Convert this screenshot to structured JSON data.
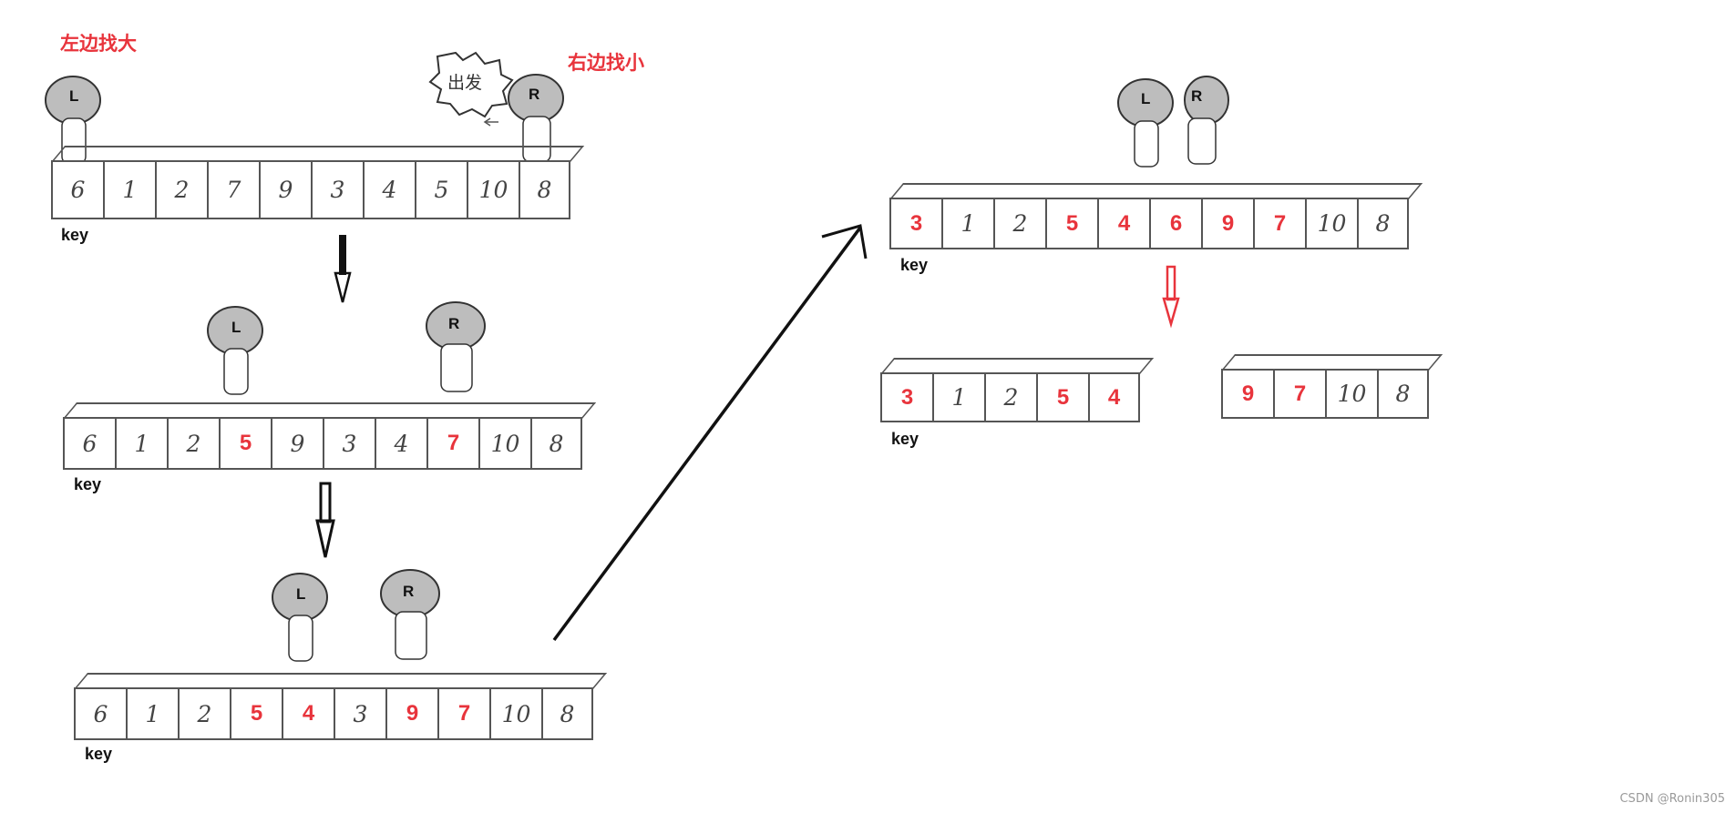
{
  "labels": {
    "left_find_big": "左边找大",
    "right_find_small": "右边找小",
    "start": "出发",
    "key": "key",
    "left_pointer": "L",
    "right_pointer": "R"
  },
  "arrays": {
    "step1": [
      {
        "v": "6",
        "red": false
      },
      {
        "v": "1",
        "red": false
      },
      {
        "v": "2",
        "red": false
      },
      {
        "v": "7",
        "red": false
      },
      {
        "v": "9",
        "red": false
      },
      {
        "v": "3",
        "red": false
      },
      {
        "v": "4",
        "red": false
      },
      {
        "v": "5",
        "red": false
      },
      {
        "v": "10",
        "red": false
      },
      {
        "v": "8",
        "red": false
      }
    ],
    "step2": [
      {
        "v": "6",
        "red": false
      },
      {
        "v": "1",
        "red": false
      },
      {
        "v": "2",
        "red": false
      },
      {
        "v": "5",
        "red": true
      },
      {
        "v": "9",
        "red": false
      },
      {
        "v": "3",
        "red": false
      },
      {
        "v": "4",
        "red": false
      },
      {
        "v": "7",
        "red": true
      },
      {
        "v": "10",
        "red": false
      },
      {
        "v": "8",
        "red": false
      }
    ],
    "step3": [
      {
        "v": "6",
        "red": false
      },
      {
        "v": "1",
        "red": false
      },
      {
        "v": "2",
        "red": false
      },
      {
        "v": "5",
        "red": true
      },
      {
        "v": "4",
        "red": true
      },
      {
        "v": "3",
        "red": false
      },
      {
        "v": "9",
        "red": true
      },
      {
        "v": "7",
        "red": true
      },
      {
        "v": "10",
        "red": false
      },
      {
        "v": "8",
        "red": false
      }
    ],
    "step4": [
      {
        "v": "3",
        "red": true
      },
      {
        "v": "1",
        "red": false
      },
      {
        "v": "2",
        "red": false
      },
      {
        "v": "5",
        "red": true
      },
      {
        "v": "4",
        "red": true
      },
      {
        "v": "6",
        "red": true
      },
      {
        "v": "9",
        "red": true
      },
      {
        "v": "7",
        "red": true
      },
      {
        "v": "10",
        "red": false
      },
      {
        "v": "8",
        "red": false
      }
    ],
    "left_part": [
      {
        "v": "3",
        "red": true
      },
      {
        "v": "1",
        "red": false
      },
      {
        "v": "2",
        "red": false
      },
      {
        "v": "5",
        "red": true
      },
      {
        "v": "4",
        "red": true
      }
    ],
    "right_part": [
      {
        "v": "9",
        "red": true
      },
      {
        "v": "7",
        "red": true
      },
      {
        "v": "10",
        "red": false
      },
      {
        "v": "8",
        "red": false
      }
    ]
  },
  "colors": {
    "highlight": "#e8343c",
    "ink": "#000000",
    "cell_border": "#555555"
  },
  "icons": [
    "soldier-helmet-icon",
    "speech-burst-icon"
  ],
  "watermark": "CSDN @Ronin305"
}
